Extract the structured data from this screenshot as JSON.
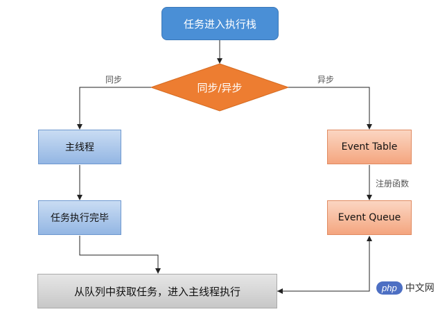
{
  "nodes": {
    "start": "任务进入执行栈",
    "decision": "同步/异步",
    "main_thread": "主线程",
    "task_done": "任务执行完毕",
    "event_table": "Event Table",
    "event_queue": "Event Queue",
    "fetch_task": "从队列中获取任务，进入主线程执行"
  },
  "edges": {
    "sync": "同步",
    "async": "异步",
    "register": "注册函数"
  },
  "watermark": {
    "logo": "php",
    "text": "中文网"
  },
  "colors": {
    "start_fill": "#4a8fd6",
    "decision_fill": "#ed7d31",
    "sync_box": "#9dc3e6",
    "async_box": "#f8cbad",
    "bottom_box": "#d0d0d0",
    "watermark": "#4d6fc3"
  }
}
